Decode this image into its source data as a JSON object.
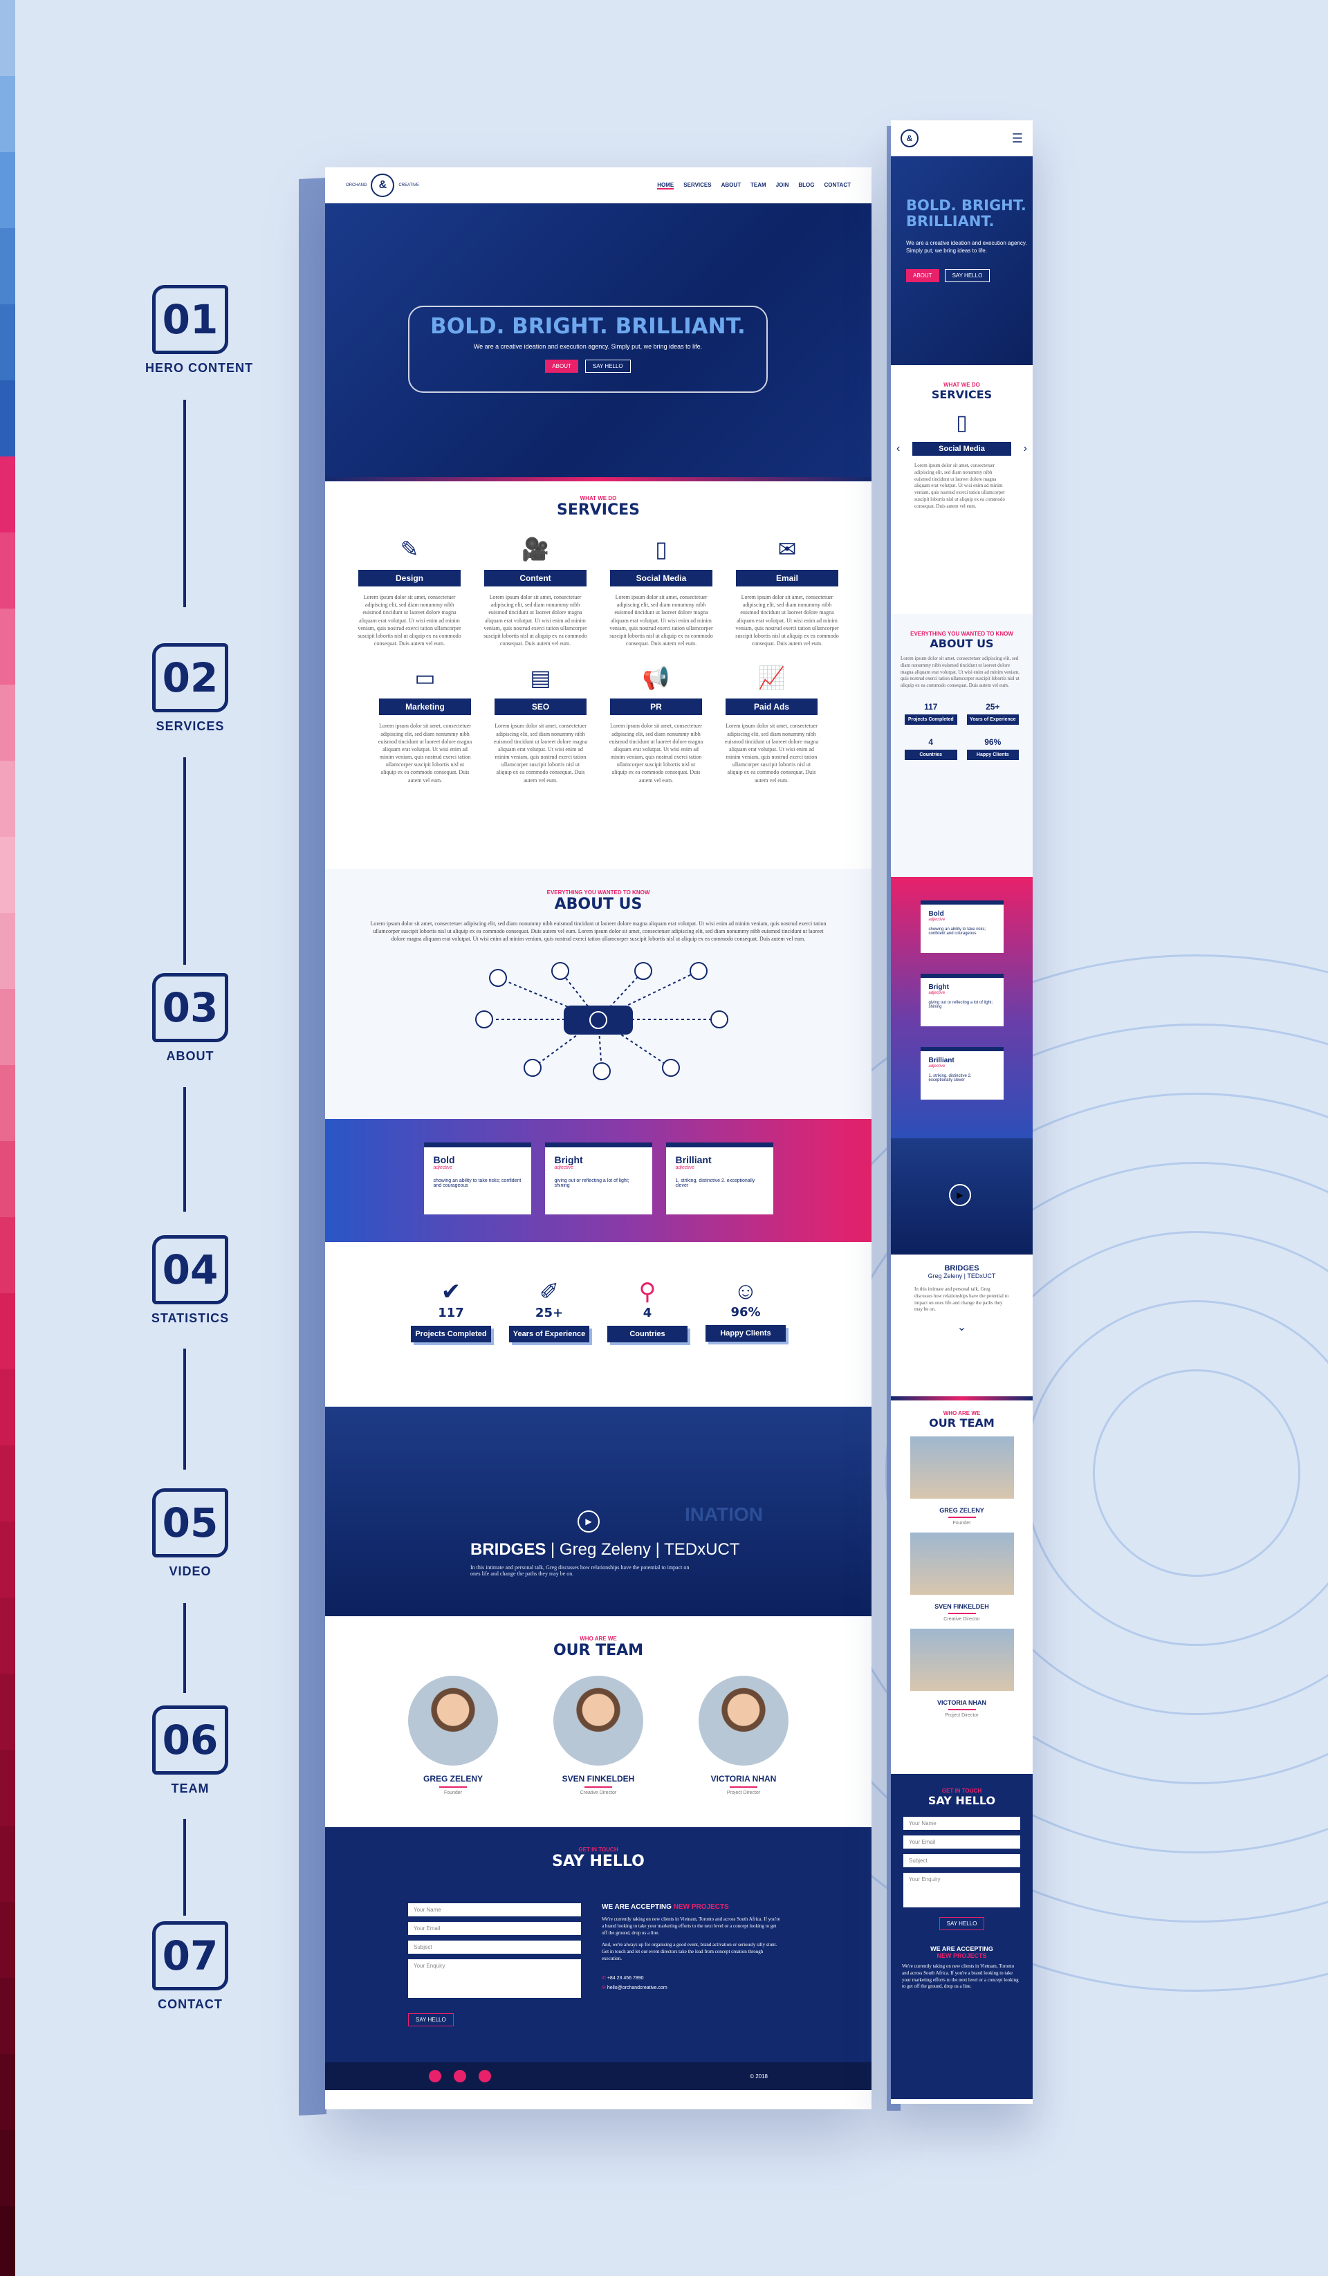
{
  "colors": {
    "navy": "#12296e",
    "pink": "#e8216a",
    "light_blue": "#6ea8ee",
    "background": "#dbe6f5"
  },
  "steps": [
    {
      "num": "01",
      "label": "HERO CONTENT"
    },
    {
      "num": "02",
      "label": "SERVICES"
    },
    {
      "num": "03",
      "label": "ABOUT"
    },
    {
      "num": "04",
      "label": "STATISTICS"
    },
    {
      "num": "05",
      "label": "VIDEO"
    },
    {
      "num": "06",
      "label": "TEAM"
    },
    {
      "num": "07",
      "label": "CONTACT"
    }
  ],
  "nav": {
    "links": [
      "HOME",
      "SERVICES",
      "ABOUT",
      "TEAM",
      "JOIN",
      "BLOG",
      "CONTACT"
    ],
    "active": "HOME"
  },
  "hero": {
    "title": "BOLD. BRIGHT. BRILLIANT.",
    "subtitle": "We are a creative ideation and execution agency. Simply put, we bring ideas to life.",
    "about_btn": "ABOUT",
    "hello_btn": "SAY HELLO"
  },
  "services": {
    "eyebrow": "WHAT WE DO",
    "title": "SERVICES",
    "items": [
      {
        "label": "Design",
        "icon": "pencil-icon"
      },
      {
        "label": "Content",
        "icon": "camera-icon"
      },
      {
        "label": "Social Media",
        "icon": "phone-icon"
      },
      {
        "label": "Email",
        "icon": "envelope-icon"
      },
      {
        "label": "Marketing",
        "icon": "monitor-icon"
      },
      {
        "label": "SEO",
        "icon": "devices-icon"
      },
      {
        "label": "PR",
        "icon": "megaphone-icon"
      },
      {
        "label": "Paid Ads",
        "icon": "chart-icon"
      }
    ],
    "body": "Lorem ipsum dolor sit amet, consectetuer adipiscing elit, sed diam nonummy nibh euismod tincidunt ut laoreet dolore magna aliquam erat volutpat. Ut wisi enim ad minim veniam, quis nostrud exerci tation ullamcorper suscipit lobortis nisl ut aliquip ex ea commodo consequat. Duis autem vel eum."
  },
  "about": {
    "eyebrow": "EVERYTHING YOU WANTED TO KNOW",
    "title": "ABOUT US",
    "body": "Lorem ipsum dolor sit amet, consectetuer adipiscing elit, sed diam nonummy nibh euismod tincidunt ut laoreet dolore magna aliquam erat volutpat. Ut wisi enim ad minim veniam, quis nostrud exerci tation ullamcorper suscipit lobortis nisl ut aliquip ex ea commodo consequat. Duis autem vel eum. Lorem ipsum dolor sit amet, consectetuer adipiscing elit, sed diam nonummy nibh euismod tincidunt ut laoreet dolore magna aliquam erat volutpat. Ut wisi enim ad minim veniam, quis nostrud exerci tation ullamcorper suscipit lobortis nisl ut aliquip ex ea commodo consequat. Duis autem vel eum."
  },
  "cards": [
    {
      "title": "Bold",
      "adj": "adjective",
      "text": "showing an ability to take risks; confident and courageous"
    },
    {
      "title": "Bright",
      "adj": "adjective",
      "text": "giving out or reflecting a lot of light; shining"
    },
    {
      "title": "Brilliant",
      "adj": "adjective",
      "text": "1. striking, distinctive  2. exceptionally clever"
    }
  ],
  "stats": [
    {
      "num": "117",
      "label": "Projects Completed",
      "icon": "check-icon"
    },
    {
      "num": "25+",
      "label": "Years of Experience",
      "icon": "pencils-icon"
    },
    {
      "num": "4",
      "label": "Countries",
      "icon": "map-pin-icon"
    },
    {
      "num": "96%",
      "label": "Happy Clients",
      "icon": "people-icon"
    }
  ],
  "video": {
    "title_bold": "BRIDGES",
    "title_rest": " | Greg Zeleny | TEDxUCT",
    "desc": "In this intimate and personal talk, Greg discusses how relationships have the potential to impact on ones life and change the paths they may be on.",
    "bg_word": "INATION"
  },
  "team": {
    "eyebrow": "WHO ARE WE",
    "title": "OUR TEAM",
    "members": [
      {
        "name": "GREG ZELENY",
        "role": "Founder"
      },
      {
        "name": "SVEN FINKELDEH",
        "role": "Creative Director"
      },
      {
        "name": "VICTORIA NHAN",
        "role": "Project Director"
      }
    ]
  },
  "contact": {
    "eyebrow": "GET IN TOUCH",
    "title": "SAY HELLO",
    "fields": [
      "Your Name",
      "Your Email",
      "Subject",
      "Your Enquiry"
    ],
    "submit": "SAY HELLO",
    "accepting": "WE ARE ACCEPTING",
    "new_projects": "NEW PROJECTS",
    "text1": "We're currently taking on new clients in Vietnam, Toronto and across South Africa. If you're a brand looking to take your marketing efforts to the next level or a concept looking to get off the ground, drop us a line.",
    "text2": "And, we're always up for organising a good event, brand activation or seriously silly stunt. Get in touch and let our event directors take the lead from concept creation through execution.",
    "phone": "+84 23 456 7890",
    "email": "hello@orchandcreative.com"
  },
  "footer": {
    "copyright": "© 2018"
  },
  "mobile": {
    "hero_title": "BOLD. BRIGHT. BRILLIANT.",
    "hero_sub": "We are a creative ideation and execution agency. Simply put, we bring ideas to life.",
    "service_label": "Social Media",
    "stats": [
      {
        "num": "117",
        "label": "Projects Completed"
      },
      {
        "num": "25+",
        "label": "Years of Experience"
      },
      {
        "num": "4",
        "label": "Countries"
      },
      {
        "num": "96%",
        "label": "Happy Clients"
      }
    ],
    "video_title": "BRIDGES",
    "video_sub": "Greg Zeleny | TEDxUCT"
  }
}
